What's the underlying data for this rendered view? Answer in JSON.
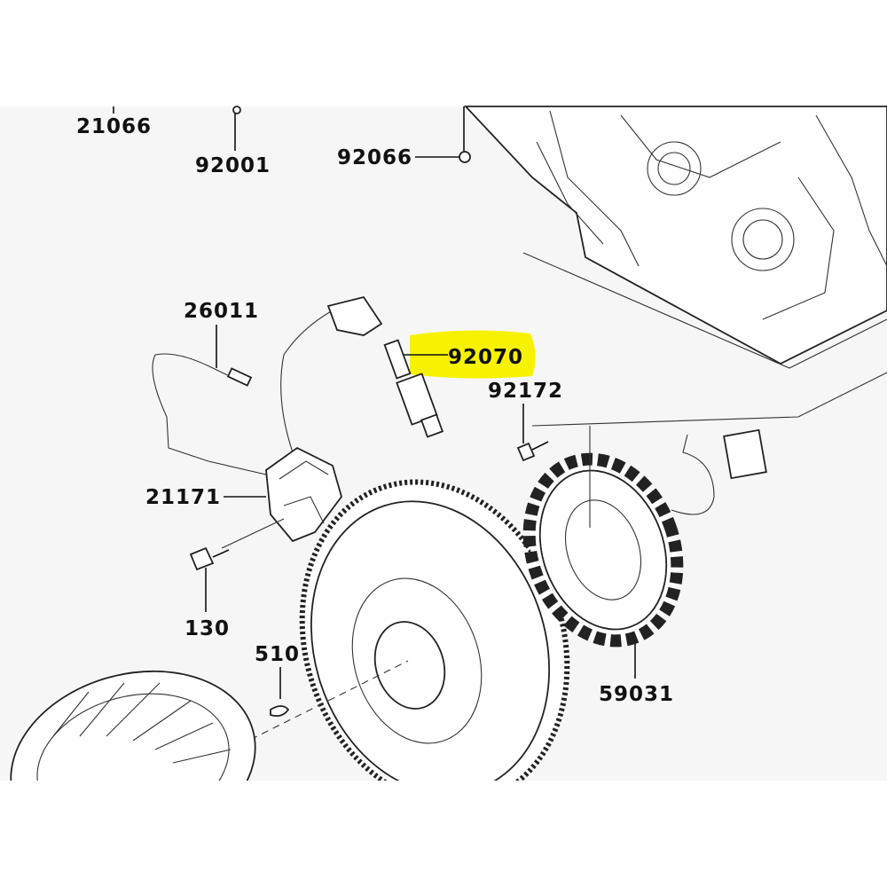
{
  "diagram": {
    "highlight_color": "#f7f200",
    "highlighted_part": "92070",
    "labels": [
      {
        "id": "21066"
      },
      {
        "id": "92001"
      },
      {
        "id": "92066"
      },
      {
        "id": "26011"
      },
      {
        "id": "92070"
      },
      {
        "id": "92172"
      },
      {
        "id": "21171"
      },
      {
        "id": "130"
      },
      {
        "id": "510"
      },
      {
        "id": "59031"
      }
    ]
  }
}
